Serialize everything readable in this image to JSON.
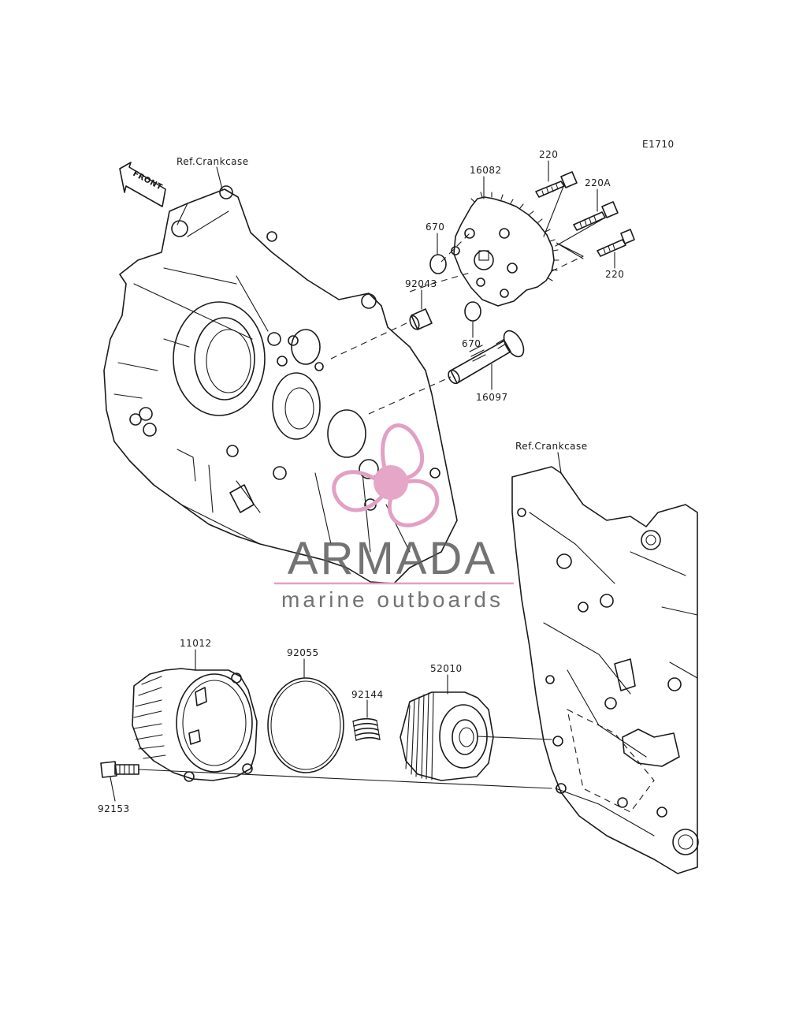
{
  "diagram_code": "E1710",
  "front_marker": "FRONT",
  "references": {
    "crankcase_left": "Ref.Crankcase",
    "crankcase_right": "Ref.Crankcase"
  },
  "parts": [
    {
      "id": "p16082",
      "number": "16082"
    },
    {
      "id": "p220_top",
      "number": "220"
    },
    {
      "id": "p220A",
      "number": "220A"
    },
    {
      "id": "p220_bottom",
      "number": "220"
    },
    {
      "id": "p670_top",
      "number": "670"
    },
    {
      "id": "p92043",
      "number": "92043"
    },
    {
      "id": "p670_bottom",
      "number": "670"
    },
    {
      "id": "p16097",
      "number": "16097"
    },
    {
      "id": "p11012",
      "number": "11012"
    },
    {
      "id": "p92055",
      "number": "92055"
    },
    {
      "id": "p92144",
      "number": "92144"
    },
    {
      "id": "p52010",
      "number": "52010"
    },
    {
      "id": "p92153",
      "number": "92153"
    }
  ],
  "watermark": {
    "brand": "ARMADA",
    "tagline": "marine outboards",
    "logo_color": "#e2a0c4"
  }
}
